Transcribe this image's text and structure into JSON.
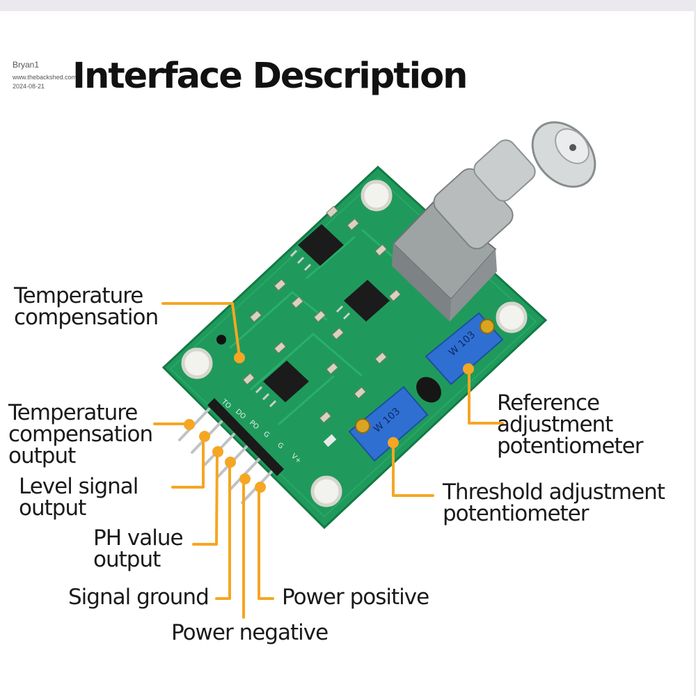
{
  "watermark": {
    "user": "Bryan1",
    "site": "www.thebackshed.com",
    "date": "2024-08-21"
  },
  "title": "Interface Description",
  "labels": {
    "temp_comp": "Temperature\ncompensation",
    "temp_comp_output": "Temperature\ncompensation\noutput",
    "level_signal": "Level signal\noutput",
    "ph_value": "PH value\noutput",
    "signal_ground": "Signal ground",
    "power_negative": "Power negative",
    "power_positive": "Power positive",
    "reference_pot": "Reference\nadjustment\npotentiometer",
    "threshold_pot": "Threshold adjustment\npotentiometer"
  },
  "pin_labels": [
    "TO",
    "DO",
    "PO",
    "G",
    "G",
    "V+"
  ],
  "potentiometer_marking": "W 103",
  "colors": {
    "leader": "#f5a623",
    "pcb": "#1f9a5c",
    "pot": "#2f6fd1"
  }
}
